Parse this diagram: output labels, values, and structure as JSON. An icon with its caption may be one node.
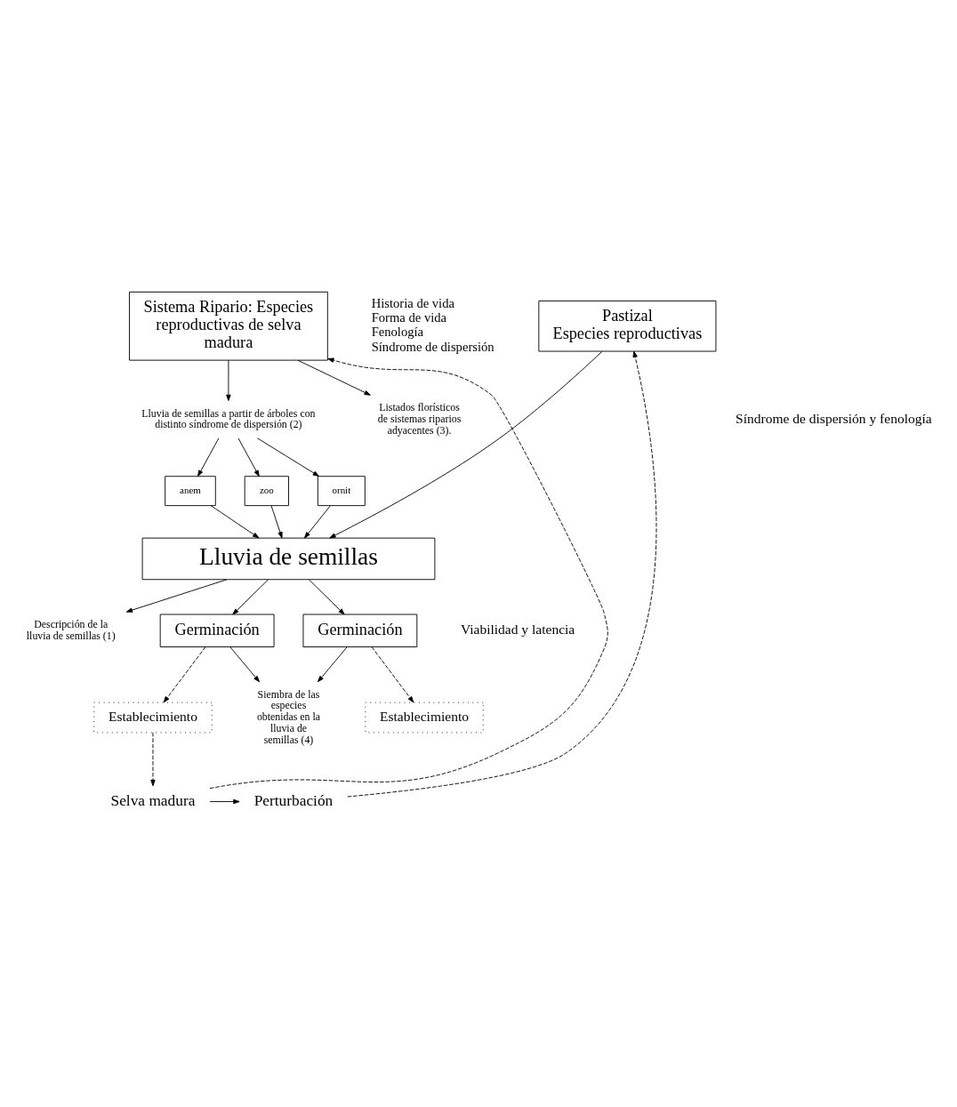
{
  "diagram": {
    "nodes": [
      {
        "text": [
          "Sistema Ripario: Especies reproductivas de selva madura"
        ]
      },
      {
        "text": [
          "Pastizal",
          "Especies reproductivas"
        ]
      },
      {
        "text": [
          "Lluvia de semillas a partir de árboles con distinto síndrome de dispersión (2)"
        ]
      },
      {
        "text": [
          "anem"
        ]
      },
      {
        "text": [
          "zoo"
        ]
      },
      {
        "text": [
          "ornit"
        ]
      },
      {
        "text": [
          "Listados florísticos de sistemas riparios adyacentes (3)."
        ]
      },
      {
        "text": [
          "Lluvia de semillas"
        ]
      },
      {
        "text": [
          "Descripción de la lluvia de semillas (1)"
        ]
      },
      {
        "text": [
          "Germinación"
        ]
      },
      {
        "text": [
          "Germinación"
        ]
      },
      {
        "text": [
          "Siembra de las especies obtenidas en la lluvia de semillas (4)"
        ]
      },
      {
        "text": [
          "Establecimiento"
        ]
      },
      {
        "text": [
          "Establecimiento"
        ]
      },
      {
        "text": [
          "Selva madura"
        ]
      },
      {
        "text": [
          "Perturbación"
        ]
      }
    ],
    "edges": [
      {
        "from": 0,
        "to": 2,
        "arrow": "to"
      },
      {
        "from": 0,
        "to": 6,
        "arrow": "to"
      },
      {
        "from": 2,
        "to": 3,
        "arrow": "to"
      },
      {
        "from": 2,
        "to": 4,
        "arrow": "to"
      },
      {
        "from": 2,
        "to": 5,
        "arrow": "to"
      },
      {
        "from": 3,
        "to": 7,
        "arrow": "to"
      },
      {
        "from": 4,
        "to": 7,
        "arrow": "to"
      },
      {
        "from": 5,
        "to": 7,
        "arrow": "to"
      },
      {
        "from": 1,
        "to": 7,
        "arrow": "to"
      },
      {
        "from": 7,
        "to": 8,
        "arrow": "to"
      },
      {
        "from": 7,
        "to": 9,
        "arrow": "to"
      },
      {
        "from": 7,
        "to": 10,
        "arrow": "to"
      },
      {
        "from": 9,
        "to": 11,
        "arrow": "to"
      },
      {
        "from": 10,
        "to": 11,
        "arrow": "to"
      },
      {
        "from": 9,
        "to": 12,
        "arrow": "to",
        "style": "dashed"
      },
      {
        "from": 10,
        "to": 13,
        "arrow": "to",
        "style": "dashed"
      },
      {
        "from": 12,
        "to": 14,
        "arrow": "to",
        "style": "dashed"
      },
      {
        "from": 14,
        "to": 15,
        "arrow": "to"
      },
      {
        "from": 14,
        "to": 0,
        "arrow": "to",
        "style": "dashed"
      },
      {
        "from": 15,
        "to": 1,
        "arrow": "to",
        "style": "dashed"
      }
    ],
    "labels": [
      "Historia de vida",
      "Forma de vida",
      "Fenología",
      "Síndrome de dispersión",
      "Síndrome de dispersión y fenología",
      "Viabilidad y latencia"
    ]
  }
}
